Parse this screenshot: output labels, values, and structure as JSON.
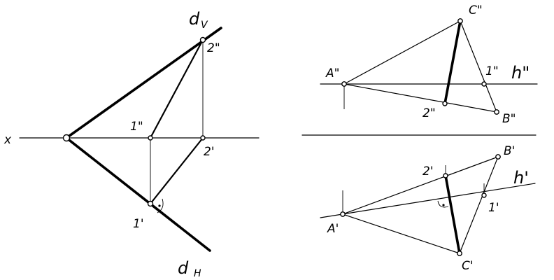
{
  "left_figure": {
    "axis_label": "x",
    "alpha_v": {
      "sym": "d",
      "sub": "V"
    },
    "alpha_h": {
      "sym": "d",
      "sub": "H"
    },
    "p1_front": "1\"",
    "p2_front": "2\"",
    "p1_top": "1'",
    "p2_top": "2'"
  },
  "right_top": {
    "A": "A\"",
    "B": "B\"",
    "C": "C\"",
    "p1": "1\"",
    "p2": "2\"",
    "h": "h\""
  },
  "right_bottom": {
    "A": "A'",
    "B": "B'",
    "C": "C'",
    "p1": "1'",
    "p2": "2'",
    "h": "h'"
  }
}
